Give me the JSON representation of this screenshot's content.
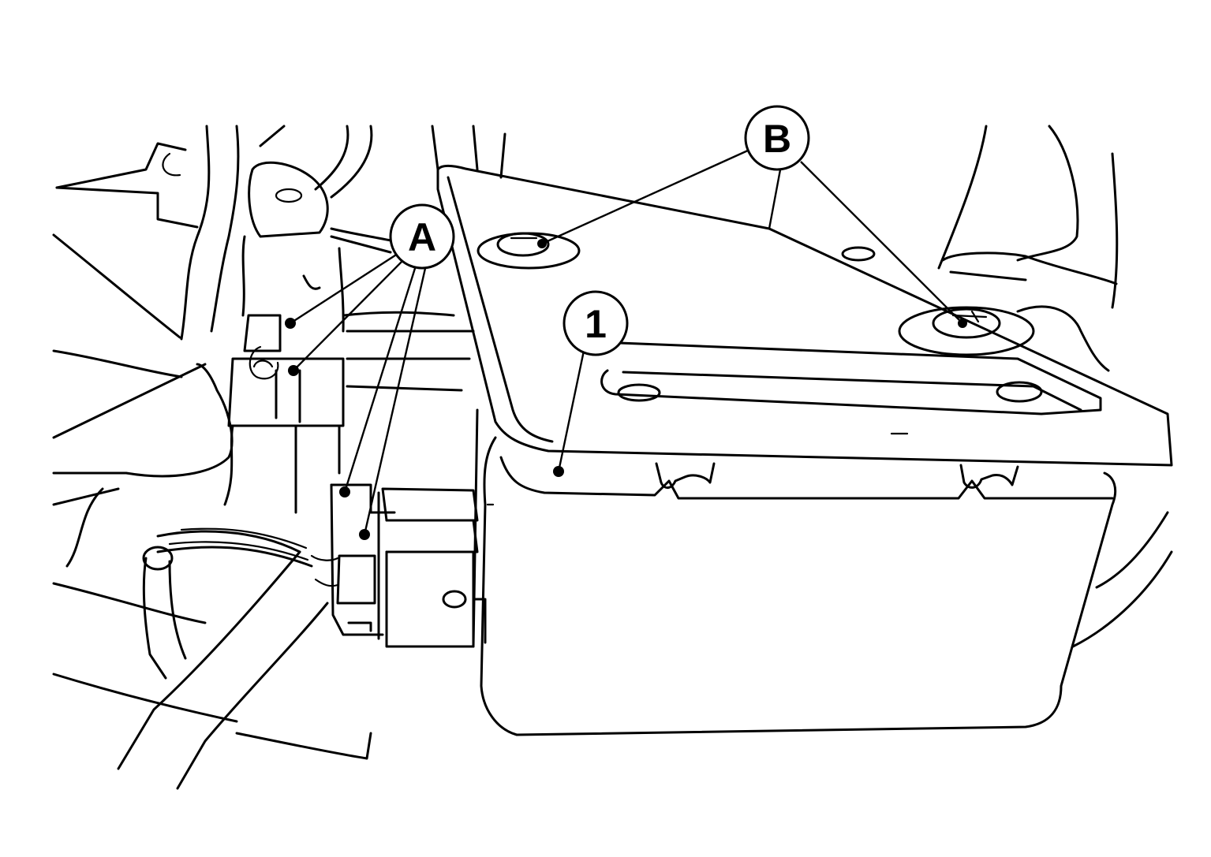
{
  "callouts": {
    "a": {
      "label": "A"
    },
    "b": {
      "label": "B"
    },
    "one": {
      "label": "1"
    }
  },
  "colors": {
    "line": "#000000",
    "background": "#ffffff"
  }
}
